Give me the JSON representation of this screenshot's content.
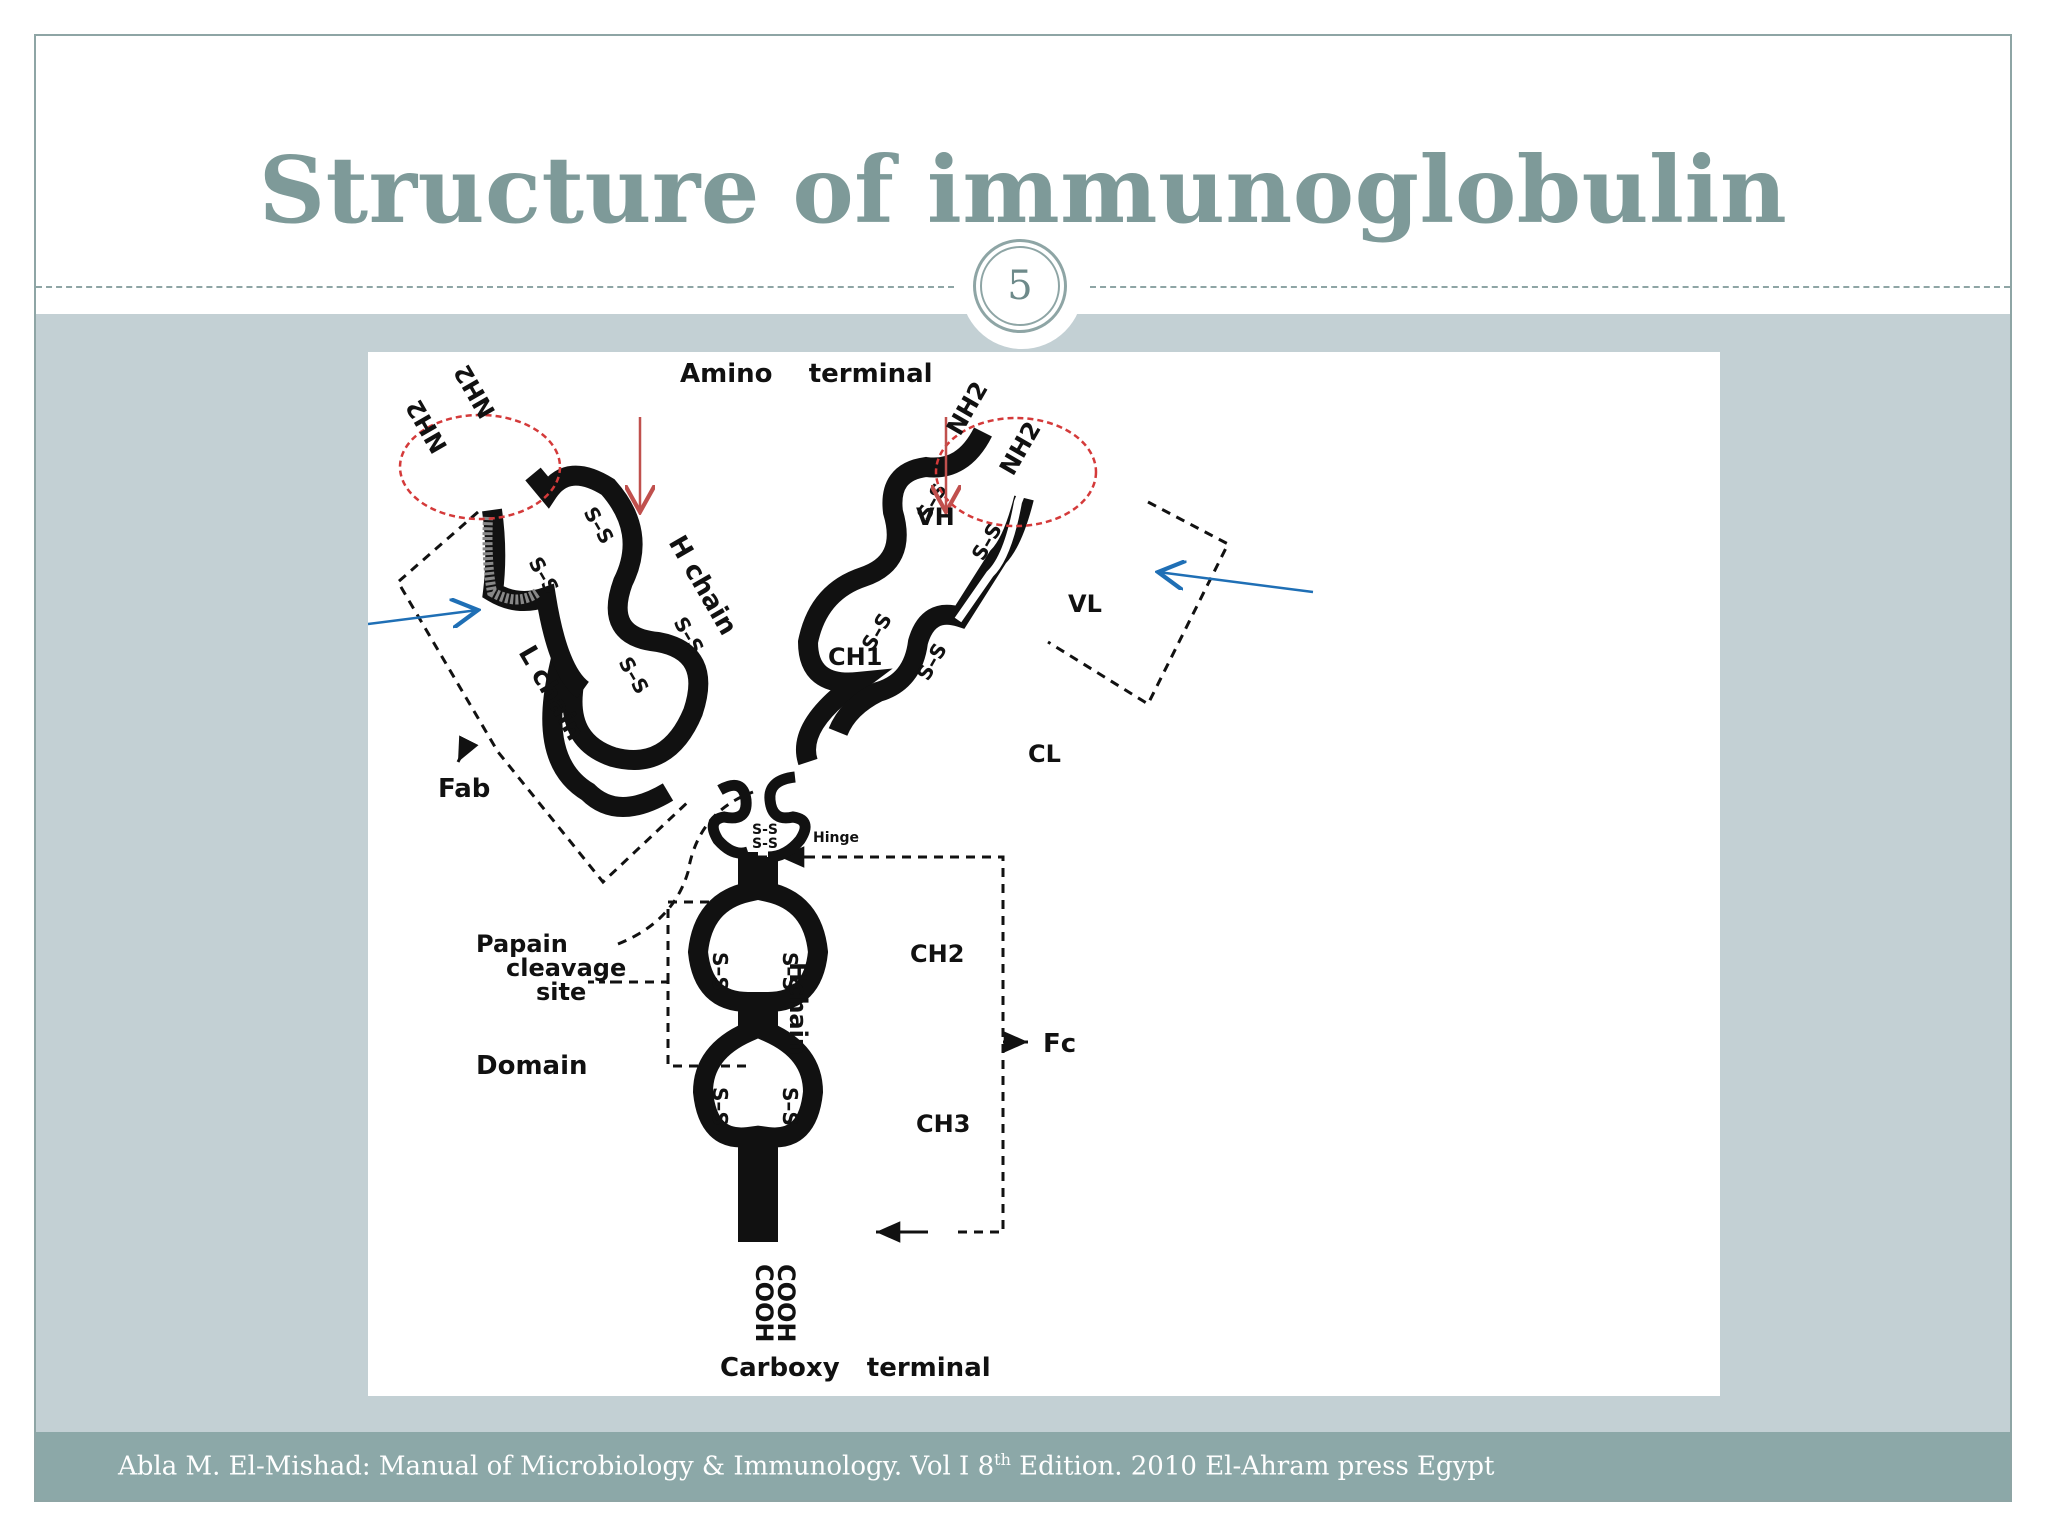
{
  "slide": {
    "title": "Structure of immunoglobulin",
    "number": "5"
  },
  "diagram": {
    "labels": {
      "amino_terminal": "Amino    terminal",
      "carboxy_terminal": "Carboxy   terminal",
      "nh2": "NH2",
      "cooh": "COOH",
      "h_chain": "H chain",
      "l_chain": "L chain",
      "h_chain_stem": "Hchain",
      "vh": "VH",
      "vl": "VL",
      "ch1": "CH1",
      "ch2": "CH2",
      "ch3": "CH3",
      "cl": "CL",
      "hinge": "Hinge",
      "fab": "Fab",
      "fc": "Fc",
      "papain_1": "Papain",
      "papain_2": "cleavage",
      "papain_3": "site",
      "domain": "Domain",
      "disulfide": "S–S",
      "disulfide_hinge": "S-S"
    },
    "colors": {
      "chain": "#111111",
      "highlight_circle": "#d43a3a",
      "arrow_red": "#c0504d",
      "arrow_blue": "#1f6fb5"
    }
  },
  "footer": {
    "citation_before": "Abla M. El-Mishad: Manual of Microbiology & Immunology. Vol I 8",
    "citation_sup": "th",
    "citation_after": " Edition. 2010 El-Ahram press Egypt"
  }
}
